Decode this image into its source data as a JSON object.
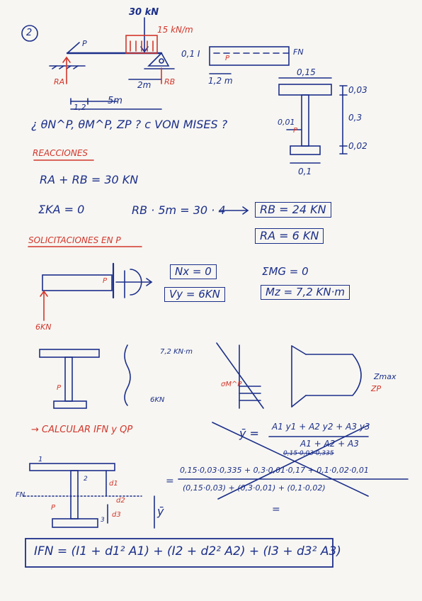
{
  "problem_number": "2",
  "beam": {
    "load_point": "30 kN",
    "load_dist": "15 kN/m",
    "label_p": "P",
    "dim_12": "1,2",
    "dim_2m": "2m",
    "dim_5m": "5m",
    "ra": "RA",
    "rb": "RB"
  },
  "top_view": {
    "left": "0,1 I",
    "fn": "FN",
    "p": "P",
    "dim": "1,2 m"
  },
  "section": {
    "top_w": "0,15",
    "t1": "0,03",
    "web_h": "0,3",
    "t2": "0,02",
    "web_t": "0,01",
    "bot_w": "0,1",
    "p": "P"
  },
  "question": "¿ θN^P, θM^P, ZP ? c VON MISES ?",
  "reacciones": {
    "title": "REACCIONES",
    "eq1": "RA + RB = 30 KN",
    "eq2": "ΣKA = 0",
    "eq3": "RB · 5m = 30 · 4",
    "rb_box": "RB = 24 KN",
    "ra_box": "RA = 6 KN"
  },
  "solicitaciones": {
    "title": "SOLICITACIONES EN P",
    "p": "P",
    "force": "6KN",
    "nx": "Nx = 0",
    "vy": "Vy = 6KN",
    "em": "ΣMG = 0",
    "mz": "Mz = 7,2 KN·m"
  },
  "stress": {
    "moment": "7,2 KN·m",
    "shear": "6KN",
    "sigma": "σM^P",
    "tau_max": "Zmax",
    "tau_p": "ZP",
    "p": "P"
  },
  "calcular": {
    "title": "→ CALCULAR IFN y QP",
    "ybar_num": "A1 y1 + A2 y2 + A3 y3",
    "ybar_den": "A1 + A2 + A3",
    "ybar": "ȳ =",
    "line1": "0,15·0,03·0,335 + 0,3·0,01·0,17 + 0,1·0,02·0,01",
    "line2": "(0,15·0,03) + (0,3·0,01) + (0,1·0,02)",
    "crossed": "0,15·0,03·0,335",
    "eq": "=",
    "fn": "FN",
    "d1": "d1",
    "d2": "d2",
    "d3": "d3",
    "y": "ȳ",
    "n1": "1",
    "n2": "2",
    "n3": "3",
    "p": "P",
    "formula": "IFN = (I1 + d1² A1) + (I2 + d2² A2) + (I3 + d3² A3)"
  }
}
